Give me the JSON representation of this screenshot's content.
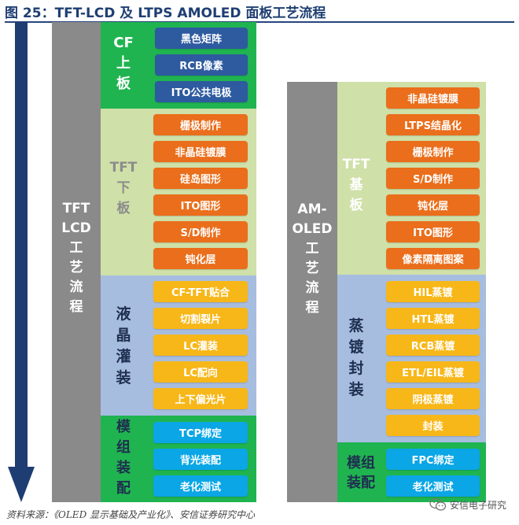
{
  "figure_title": "图 25：TFT-LCD 及 LTPS AMOLED 面板工艺流程",
  "source_note": "资料来源：《OLED 显示基础及产业化》、安信证券研究中心",
  "watermark": "安信电子研究",
  "colors": {
    "title_blue": "#1f3f73",
    "arrow_blue": "#1e3d73",
    "column_gray": "#8a8a8a",
    "cf_green": "#1fb450",
    "tft_light_green": "#cfe0a8",
    "lc_light_blue": "#a7bde0",
    "module_green": "#1fb450",
    "pill_navy": "#2e5aa0",
    "pill_orange": "#ea6e1b",
    "pill_yellow": "#f7b718",
    "pill_cyan": "#0aa6e6"
  },
  "lcd": {
    "column_label": "TFT\nLCD\n工\n艺\n流\n程",
    "sections": {
      "cf": {
        "label": "CF\n上\n板",
        "steps": [
          "黑色矩阵",
          "RCB像素",
          "ITO公共电极"
        ]
      },
      "tft": {
        "label": "TFT\n下\n板",
        "steps": [
          "栅极制作",
          "非晶硅镀膜",
          "硅岛图形",
          "ITO图形",
          "S/D制作",
          "钝化层"
        ]
      },
      "lc": {
        "label": "液\n晶\n灌\n装",
        "steps": [
          "CF-TFT贴合",
          "切割裂片",
          "LC灌装",
          "LC配向",
          "上下偏光片"
        ]
      },
      "module": {
        "label": "模\n组\n装\n配",
        "steps": [
          "TCP绑定",
          "背光装配",
          "老化测试"
        ]
      }
    }
  },
  "amoled": {
    "column_label": "AM-\nOLED\n工\n艺\n流\n程",
    "sections": {
      "tft": {
        "label": "TFT\n基\n板",
        "steps": [
          "非晶硅镀膜",
          "LTPS结晶化",
          "栅极制作",
          "S/D制作",
          "钝化层",
          "ITO图形",
          "像素隔离图案"
        ]
      },
      "evap": {
        "label": "蒸\n镀\n封\n装",
        "steps": [
          "HIL蒸镀",
          "HTL蒸镀",
          "RCB蒸镀",
          "ETL/EIL蒸镀",
          "阴极蒸镀",
          "封装"
        ]
      },
      "module": {
        "label": "模组\n装配",
        "steps": [
          "FPC绑定",
          "老化测试"
        ]
      }
    }
  }
}
